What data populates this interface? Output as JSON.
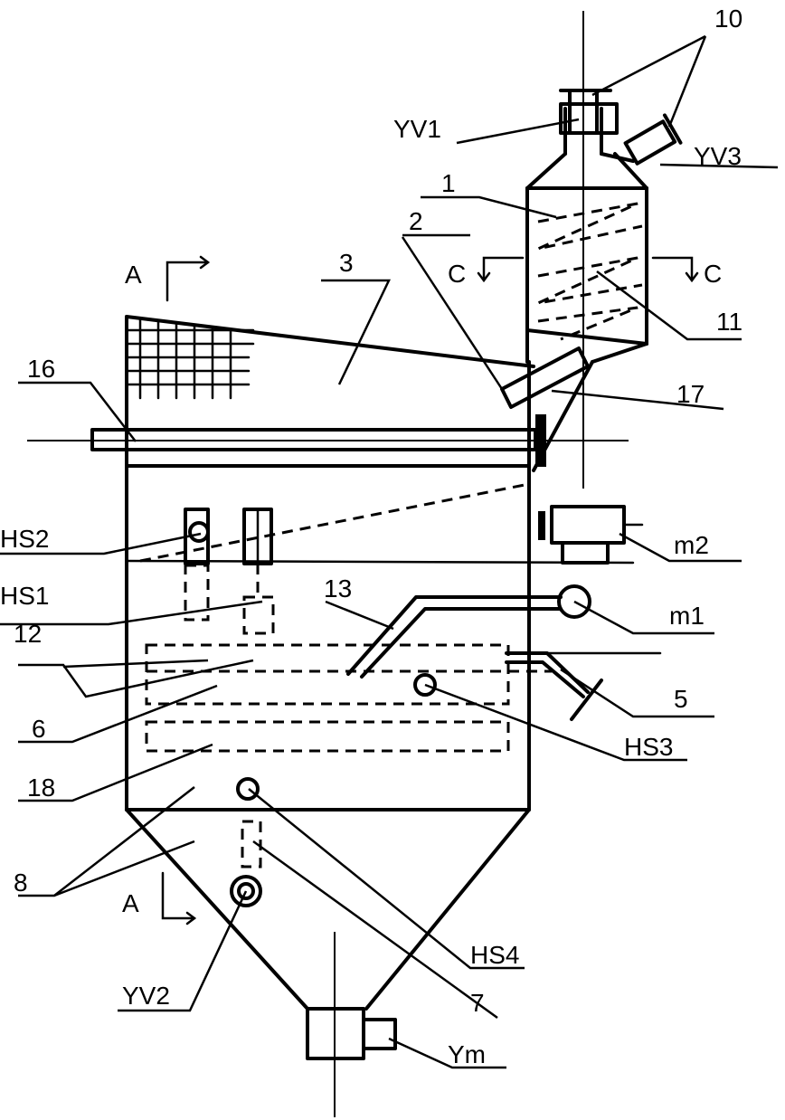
{
  "labels": {
    "l10": "10",
    "yv1": "YV1",
    "yv3": "YV3",
    "l1": "1",
    "l2": "2",
    "l3": "3",
    "secA_top": "A",
    "secC_left": "C",
    "secC_right": "C",
    "l11": "11",
    "l16": "16",
    "l17": "17",
    "hs2": "HS2",
    "m2": "m2",
    "hs1": "HS1",
    "l13": "13",
    "m1": "m1",
    "l12": "12",
    "l5": "5",
    "l6": "6",
    "hs3": "HS3",
    "l18": "18",
    "l8": "8",
    "secA_bottom": "A",
    "hs4": "HS4",
    "yv2": "YV2",
    "l7": "7",
    "ym": "Ym"
  }
}
